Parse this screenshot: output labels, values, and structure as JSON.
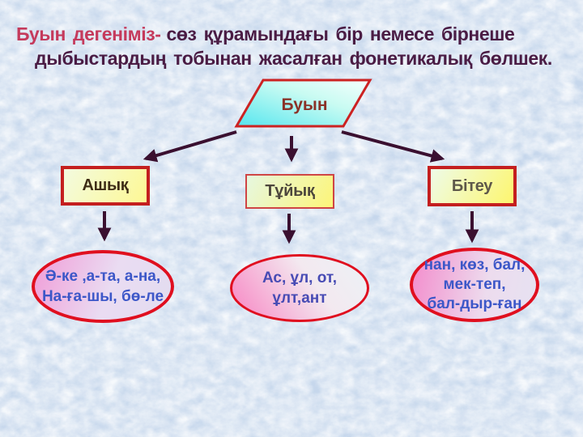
{
  "slide": {
    "title": {
      "highlight": "Буын дегеніміз-",
      "line1_rest": "сөз құрамындағы бір немесе бірнеше",
      "line2": "дыбыстардың тобынан жасалған фонетикалық бөлшек."
    },
    "root_label": "Буын",
    "branches": [
      {
        "label": "Ашық",
        "lines": [
          "Ә-ке ,а-та,  а-на,",
          "На-ға-шы, бө-ле"
        ]
      },
      {
        "label": "Тұйық",
        "lines": [
          "Ас,  ұл, от,",
          "ұлт,ант"
        ]
      },
      {
        "label": "Бітеу",
        "lines": [
          "нан, көз, бал,",
          "мек-теп,",
          "бал-дыр-ған"
        ]
      }
    ]
  },
  "colors": {
    "background_base": "#c6d7ec",
    "title_highlight": "#c53a5c",
    "title_main": "#4a1c44",
    "shape_border_red": "#cc2222",
    "ellipse_border_red": "#e00f1f",
    "arrow": "#3a1030",
    "root_fill_cyan": "#63e9ef",
    "box_fill_yellow": "#fdf67a",
    "ellipse_fill_pink": "#f193cf",
    "branch_text_blue": "#3c57c8"
  }
}
